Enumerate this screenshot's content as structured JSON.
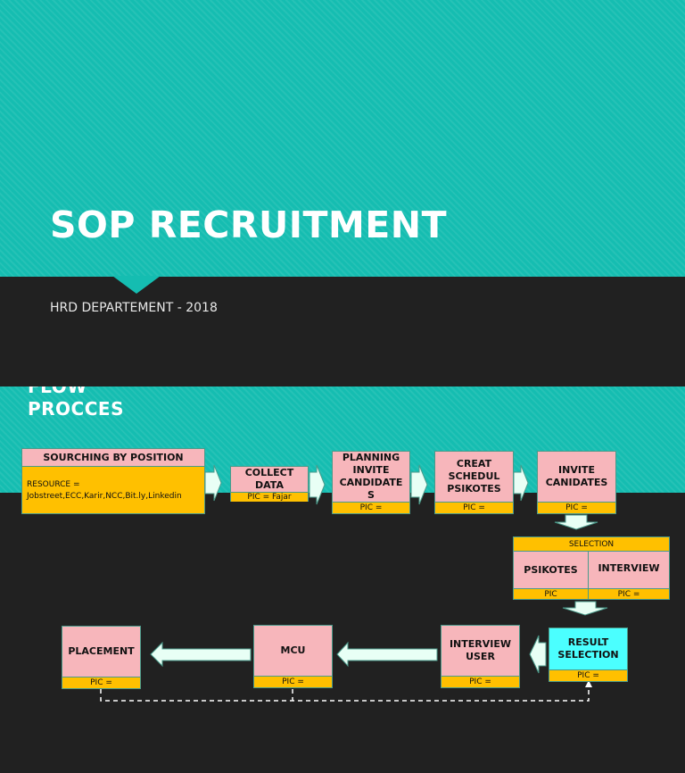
{
  "slide1": {
    "title": "SOP RECRUITMENT",
    "subtitle": "HRD DEPARTEMENT - 2018"
  },
  "slide2": {
    "heading_partial": "FLOW",
    "heading": "PROCCES",
    "sourcing": {
      "title": "SOURCHING BY POSITION",
      "resource_label": "RESOURCE =",
      "resource_list": "Jobstreet,ECC,Karir,NCC,Bit.ly,Linkedin"
    },
    "steps": [
      {
        "label": "COLLECT DATA",
        "pic": "PIC = Fajar"
      },
      {
        "label": "PLANNING INVITE CANDIDATE S",
        "pic": "PIC ="
      },
      {
        "label": "CREAT SCHEDUL PSIKOTES",
        "pic": "PIC ="
      },
      {
        "label": "INVITE CANIDATES",
        "pic": "PIC ="
      }
    ],
    "selection": {
      "title": "SELECTION",
      "left": {
        "label": "PSIKOTES",
        "pic": "PIC"
      },
      "right": {
        "label": "INTERVIEW",
        "pic": "PIC ="
      }
    },
    "bottom_steps": [
      {
        "label": "RESULT SELECTION",
        "pic": "PIC ="
      },
      {
        "label": "INTERVIEW USER",
        "pic": "PIC ="
      },
      {
        "label": "MCU",
        "pic": "PIC ="
      },
      {
        "label": "PLACEMENT",
        "pic": "PIC ="
      }
    ],
    "colors": {
      "teal": "#15bdb1",
      "dark": "#212121",
      "pink": "#f7b6bb",
      "gold": "#ffc000",
      "cyan": "#4bffff",
      "arrow": "#e8fff5"
    }
  }
}
